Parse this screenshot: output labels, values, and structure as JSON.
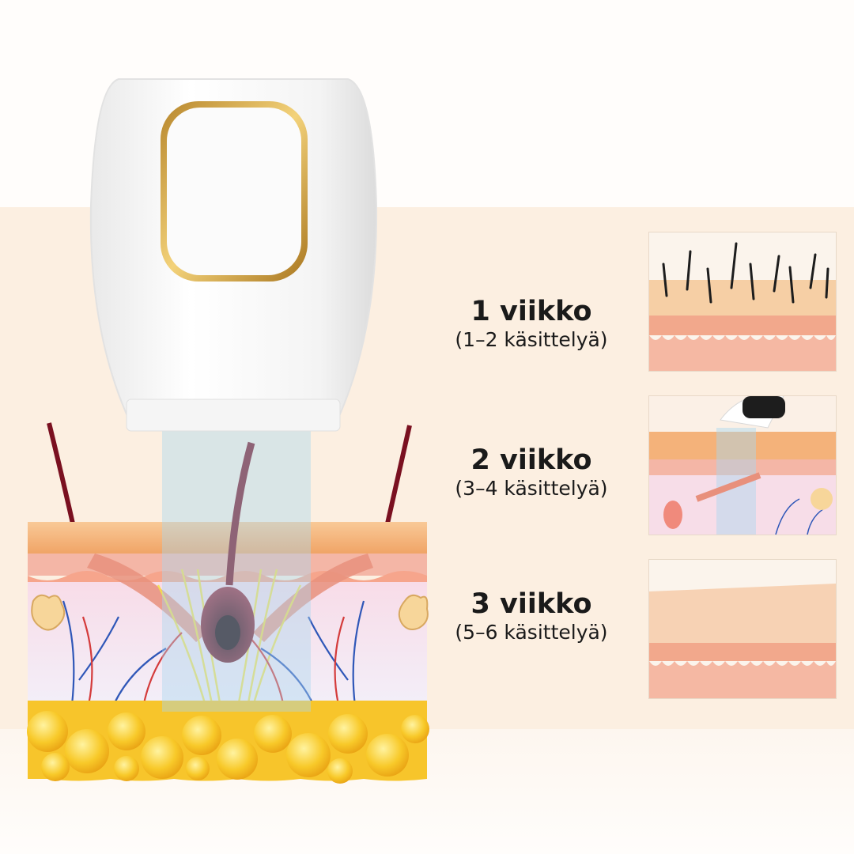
{
  "steps": [
    {
      "title": "1 viikko",
      "subtitle": "(1–2 käsittelyä)"
    },
    {
      "title": "2 viikko",
      "subtitle": "(3–4 käsittelyä)"
    },
    {
      "title": "3 viikko",
      "subtitle": "(5–6 käsittelyä)"
    }
  ],
  "colors": {
    "background_band": "#fcefe1",
    "device_body": "#ffffff",
    "device_trim": "#c9a24a",
    "light_beam": "#a9d7ef",
    "skin_top": "#f3b27c",
    "dermis": "#f6d9e6",
    "fat_layer": "#f7c52b",
    "hair": "#7a1020"
  },
  "icons": {
    "device": "ipl-hair-removal-device",
    "diagram": "skin-cross-section-diagram"
  }
}
